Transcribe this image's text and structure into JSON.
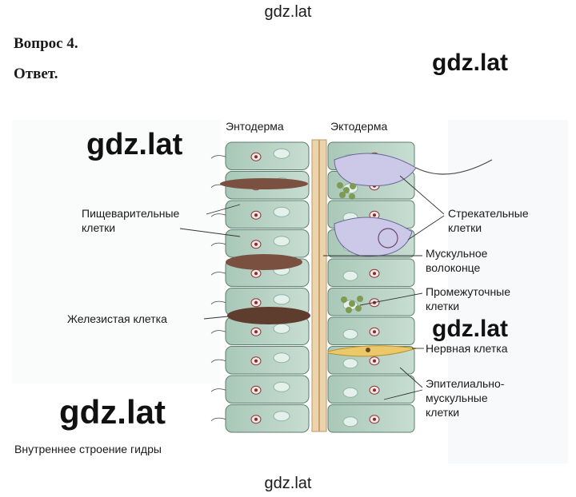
{
  "watermark": "gdz.lat",
  "question": "Вопрос 4.",
  "answer": "Ответ.",
  "figure": {
    "header_left": "Энтодерма",
    "header_right": "Эктодерма",
    "labels": {
      "digestive_1": "Пищеварительные",
      "digestive_2": "клетки",
      "glandular": "Железистая клетка",
      "stinging_1": "Стрекательные",
      "stinging_2": "клетки",
      "muscle_1": "Мускульное",
      "muscle_2": "волоконце",
      "intermediate_1": "Промежуточные",
      "intermediate_2": "клетки",
      "nerve": "Нервная клетка",
      "epithelial_1": "Эпителиально-",
      "epithelial_2": "мускульные",
      "epithelial_3": "клетки"
    },
    "caption": "Внутреннее строение гидры"
  },
  "colors": {
    "cell_fill": "#b9d3c6",
    "cell_border": "#5a7f6f",
    "mesoglea": "#e8cfa8",
    "glandular": "#6e4a3a",
    "nerve": "#e9c66a",
    "stinging": "#c8c6e6"
  }
}
